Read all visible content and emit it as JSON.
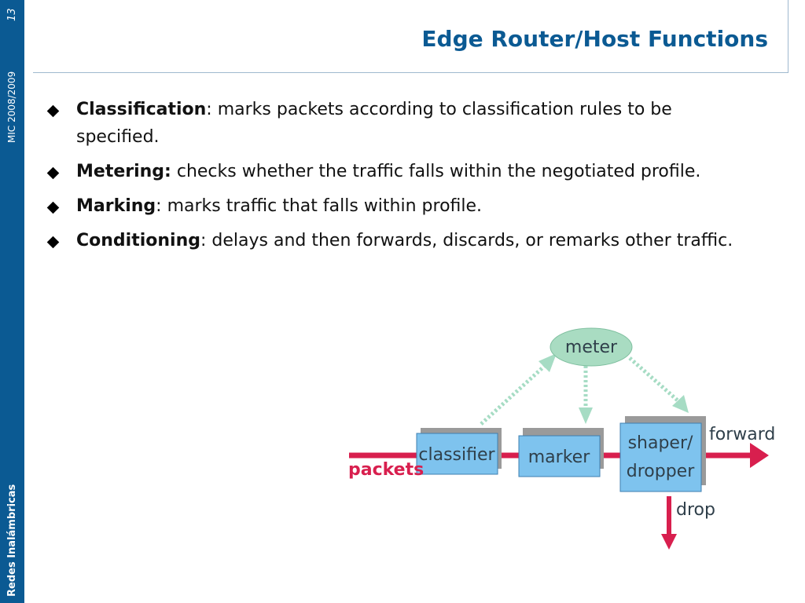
{
  "sidebar": {
    "slide_number": "13",
    "course": "MIC 2008/2009",
    "footer": "Redes Inalámbricas"
  },
  "slide": {
    "title": "Edge Router/Host Functions"
  },
  "bullets": [
    {
      "term": "Classification",
      "text": ": marks packets according to classification rules to be specified."
    },
    {
      "term": "Metering:",
      "text": " checks whether the traffic falls within the negotiated profile."
    },
    {
      "term": "Marking",
      "text": ": marks traffic that falls within profile."
    },
    {
      "term": "Conditioning",
      "text": ": delays and then forwards, discards, or remarks other traffic."
    }
  ],
  "diagram": {
    "meter": "meter",
    "classifier": "classifier",
    "marker": "marker",
    "shaper_line1": "shaper/",
    "shaper_line2": "dropper",
    "packets": "packets",
    "forward": "forward",
    "drop": "drop",
    "colors": {
      "flow_arrow": "#d81f4e",
      "box_fill": "#7ec3ee",
      "box_border": "#3f7fb0",
      "box_shadow": "#9a9a9a",
      "meter_fill": "#a9dcc2",
      "dotted_arrow": "#a6dcc4",
      "packets_label": "#d81f4e"
    }
  }
}
